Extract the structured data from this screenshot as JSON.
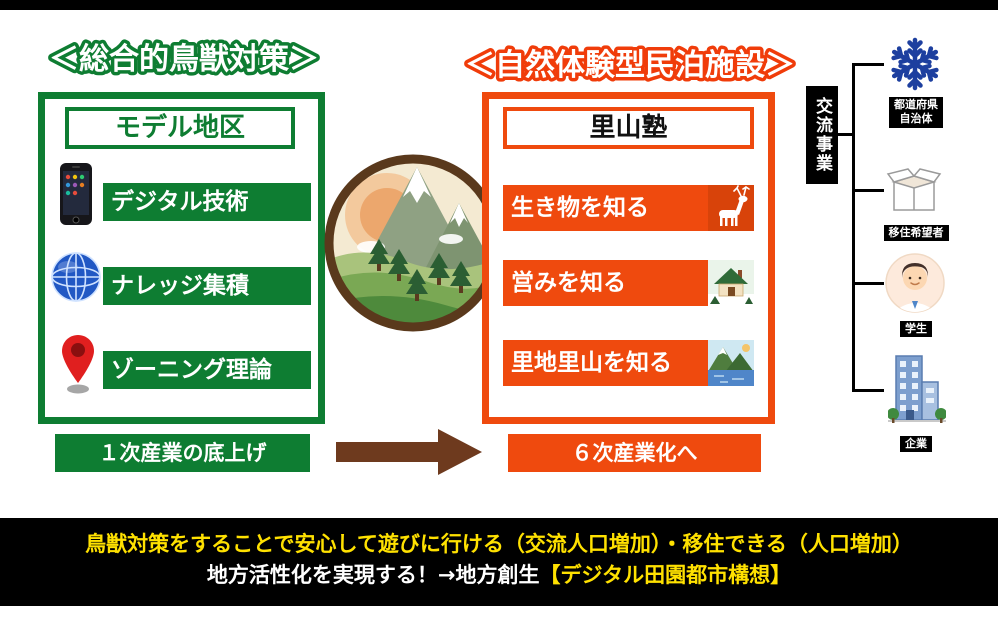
{
  "page": {
    "title_left": "＜総合的鳥獣対策＞",
    "title_right": "＜自然体験型民泊施設＞"
  },
  "left_panel": {
    "header": "モデル地区",
    "items": [
      {
        "icon": "smartphone-icon",
        "label": "デジタル技術"
      },
      {
        "icon": "globe-icon",
        "label": "ナレッジ集積"
      },
      {
        "icon": "map-pin-icon",
        "label": "ゾーニング理論"
      }
    ],
    "footer": "１次産業の底上げ"
  },
  "right_panel": {
    "header": "里山塾",
    "items": [
      {
        "icon": "deer-icon",
        "label": "生き物を知る"
      },
      {
        "icon": "farmhouse-icon",
        "label": "営みを知る"
      },
      {
        "icon": "mountain-lake-icon",
        "label": "里地里山を知る"
      }
    ],
    "footer": "６次産業化へ"
  },
  "exchange": {
    "label": "交流事業",
    "targets": [
      {
        "icon": "snow-crystal-icon",
        "label": "都道府県\n自治体"
      },
      {
        "icon": "package-icon",
        "label": "移住希望者"
      },
      {
        "icon": "student-icon",
        "label": "学生"
      },
      {
        "icon": "office-building-icon",
        "label": "企業"
      }
    ]
  },
  "footer_banner": {
    "line1": "鳥獣対策をすることで安心して遊びに行ける（交流人口増加）・移住できる（人口増加）",
    "line2_white": "地方活性化を実現する！→地方創生",
    "line2_yellow": "【デジタル田園都市構想】"
  },
  "colors": {
    "green": "#0e7d32",
    "orange": "#ef4a0e",
    "arrow_brown": "#6e3a1e",
    "banner_yellow": "#ffe100",
    "crystal_blue": "#1d3f9f"
  }
}
